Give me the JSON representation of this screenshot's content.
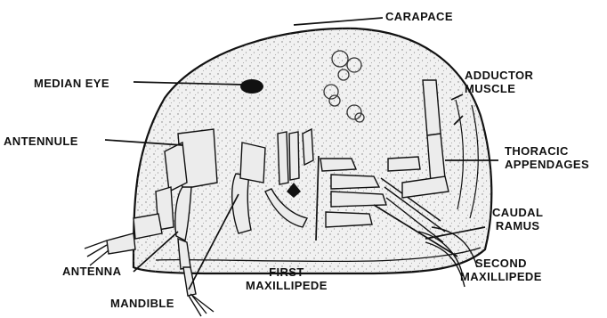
{
  "diagram": {
    "labels": {
      "carapace": "CARAPACE",
      "median_eye": "MEDIAN EYE",
      "adductor_muscle_1": "ADDUCTOR",
      "adductor_muscle_2": "MUSCLE",
      "antennule": "ANTENNULE",
      "thoracic_appendages_1": "THORACIC",
      "thoracic_appendages_2": "APPENDAGES",
      "caudal_ramus_1": "CAUDAL",
      "caudal_ramus_2": "RAMUS",
      "antenna": "ANTENNA",
      "first_maxillipede_1": "FIRST",
      "first_maxillipede_2": "MAXILLIPEDE",
      "second_maxillipede_1": "SECOND",
      "second_maxillipede_2": "MAXILLIPEDE",
      "mandible": "MANDIBLE"
    },
    "colors": {
      "ink": "#111111",
      "shell_fill": "#f1f1f1",
      "background": "#ffffff"
    }
  }
}
